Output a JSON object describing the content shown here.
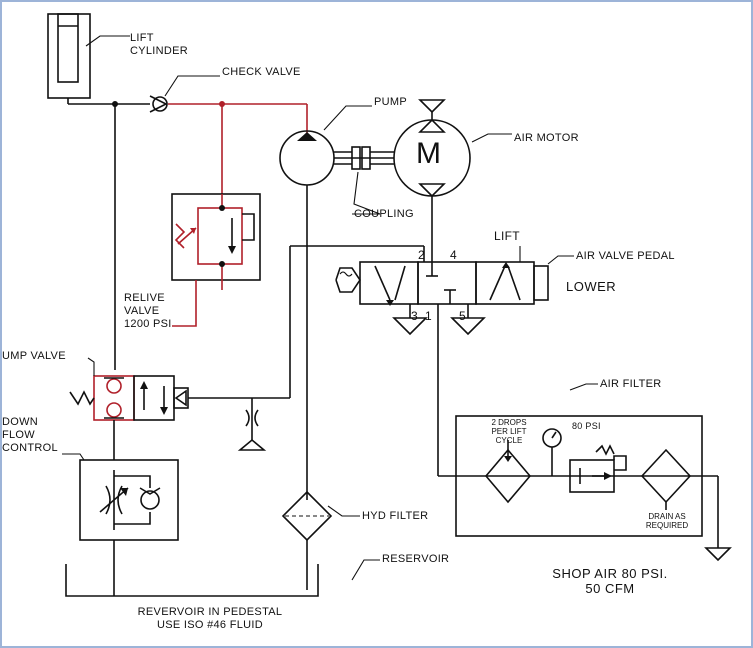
{
  "labels": {
    "lift_cylinder": "LIFT\nCYLINDER",
    "check_valve": "CHECK VALVE",
    "pump": "PUMP",
    "air_motor": "AIR MOTOR",
    "coupling": "COUPLING",
    "lift": "LIFT",
    "air_valve_pedal": "AIR VALVE PEDAL",
    "lower": "LOWER",
    "relive_valve": "RELIVE\nVALVE\n1200 PSI",
    "pump_valve": "UMP VALVE",
    "down_flow_control": "DOWN\nFLOW\nCONTROL",
    "air_filter": "AIR FILTER",
    "drops_per_lift": "2 DROPS\nPER LIFT\nCYCLE",
    "psi_80": "80 PSI",
    "drain_as_required": "DRAIN AS\nREQUIRED",
    "hyd_filter": "HYD FILTER",
    "reservoir": "RESERVOIR",
    "shop_air": "SHOP AIR 80 PSI.\n50 CFM",
    "reservoir_note": "REVERVOIR IN PEDESTAL\nUSE ISO #46 FLUID",
    "motor_symbol": "M"
  },
  "ports": {
    "p2": "2",
    "p4": "4",
    "p3": "3",
    "p1": "1",
    "p5": "5"
  },
  "colors": {
    "line": "#111111",
    "hydraulic_pressure": "#b0202a",
    "frame": "#9db4d8"
  }
}
